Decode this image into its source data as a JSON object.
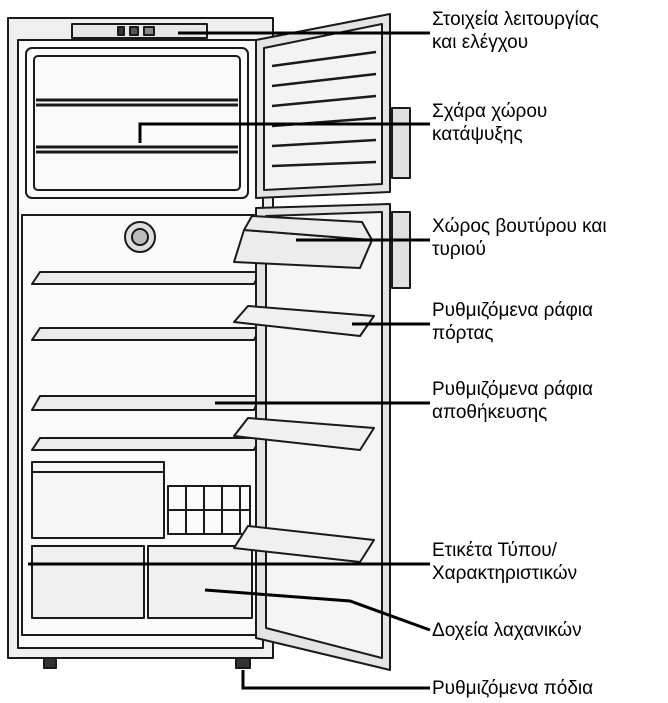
{
  "callouts": [
    {
      "id": "controls",
      "lines": [
        "Στοιχεία λειτουργίας",
        "και ελέγχου"
      ]
    },
    {
      "id": "freezer-rack",
      "lines": [
        "Σχάρα χώρου",
        "κατάψυξης"
      ]
    },
    {
      "id": "butter-cheese",
      "lines": [
        "Χώρος βουτύρου και",
        "τυριού"
      ]
    },
    {
      "id": "door-shelves",
      "lines": [
        "Ρυθμιζόμενα ράφια",
        "πόρτας"
      ]
    },
    {
      "id": "storage-shelves",
      "lines": [
        "Ρυθμιζόμενα ράφια",
        "αποθήκευσης"
      ]
    },
    {
      "id": "type-label",
      "lines": [
        "Ετικέτα Τύπου/",
        "Χαρακτηριστικών"
      ]
    },
    {
      "id": "crisper-bins",
      "lines": [
        "Δοχεία λαχανικών"
      ]
    },
    {
      "id": "adjustable-feet",
      "lines": [
        "Ρυθμιζόμενα πόδια"
      ]
    }
  ],
  "colors": {
    "line": "#000000",
    "body": "#f4f4f4",
    "stroke": "#1a1a1a",
    "panel": "#e2e2e2"
  }
}
